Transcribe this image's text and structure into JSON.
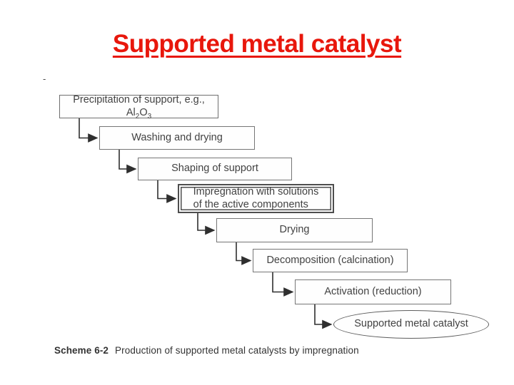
{
  "slide": {
    "title": "Supported metal catalyst",
    "title_color": "#e8170c",
    "stray_mark": "-"
  },
  "flowchart": {
    "ink_color": "#2f2f2f",
    "box_border_color": "#767676",
    "steps": [
      {
        "name": "precipitation-of-support",
        "label_prefix": "Precipitation of support, e.g., Al",
        "sub_1": "2",
        "mid": "O",
        "sub_2": "3"
      },
      {
        "name": "washing-and-drying",
        "label": "Washing and drying"
      },
      {
        "name": "shaping-of-support",
        "label": "Shaping of support"
      },
      {
        "name": "impregnation-with-solutions",
        "line1": "Impregnation with solutions",
        "line2": "of the active components",
        "emphasized": "double-border"
      },
      {
        "name": "drying",
        "label": "Drying"
      },
      {
        "name": "decomposition-calcination",
        "label": "Decomposition (calcination)"
      },
      {
        "name": "activation-reduction",
        "label": "Activation (reduction)"
      },
      {
        "name": "supported-metal-catalyst",
        "label": "Supported metal catalyst",
        "shape": "ellipse"
      }
    ]
  },
  "caption": {
    "label": "Scheme 6-2",
    "text": "Production of supported metal catalysts by impregnation"
  }
}
